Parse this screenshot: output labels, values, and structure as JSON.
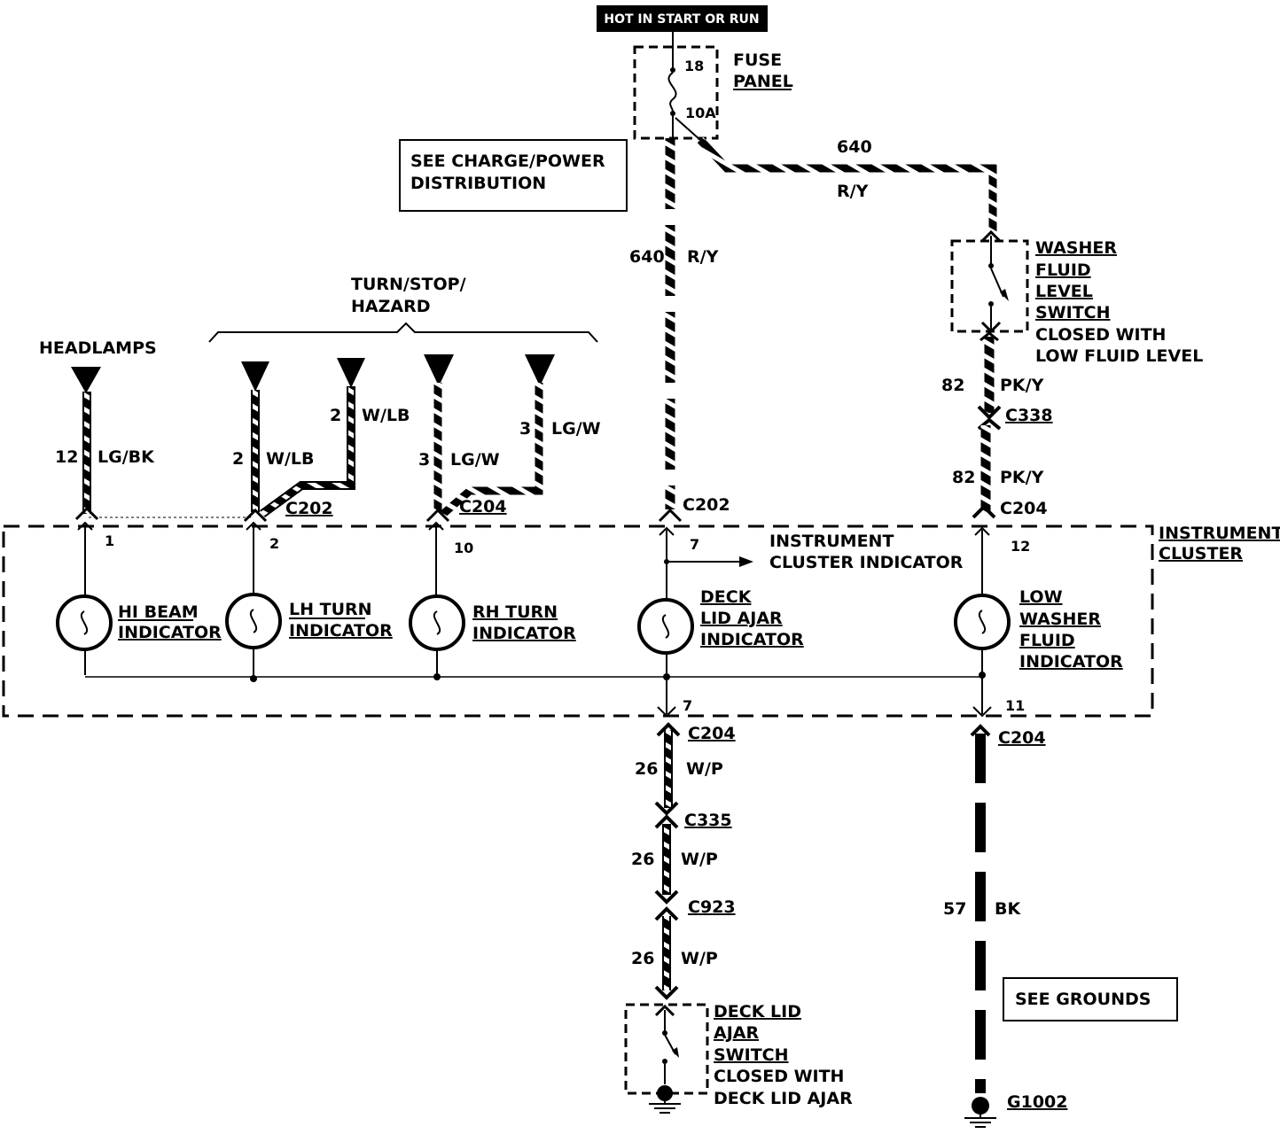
{
  "header": {
    "hot_label": "HOT IN START OR RUN"
  },
  "fuse_panel": {
    "line1": "FUSE",
    "line2": "PANEL",
    "fuse_number": "18",
    "rating": "10A"
  },
  "notes": {
    "charge_power_line1": "SEE CHARGE/POWER",
    "charge_power_line2": "DISTRIBUTION",
    "grounds": "SEE GROUNDS"
  },
  "feeds": {
    "turn_stop_hazard_line1": "TURN/STOP/",
    "turn_stop_hazard_line2": "HAZARD",
    "headlamps": "HEADLAMPS"
  },
  "circuits": {
    "c640_top_num": "640",
    "c640_top_color": "R/Y",
    "c640_vert_num": "640",
    "c640_vert_color": "R/Y",
    "c12_num": "12",
    "c12_color": "LG/BK",
    "c2a_num": "2",
    "c2a_color": "W/LB",
    "c2b_num": "2",
    "c2b_color": "W/LB",
    "c3a_num": "3",
    "c3a_color": "LG/W",
    "c3b_num": "3",
    "c3b_color": "LG/W",
    "c82a_num": "82",
    "c82a_color": "PK/Y",
    "c82b_num": "82",
    "c82b_color": "PK/Y",
    "c26a_num": "26",
    "c26a_color": "W/P",
    "c26b_num": "26",
    "c26b_color": "W/P",
    "c26c_num": "26",
    "c26c_color": "W/P",
    "c57_num": "57",
    "c57_color": "BK"
  },
  "connectors": {
    "c202_lh": "C202",
    "c204_rh": "C204",
    "c202_deck": "C202",
    "c204_washer": "C204",
    "c338": "C338",
    "c204_deck_bottom": "C204",
    "c204_washer_bottom": "C204",
    "c335": "C335",
    "c923": "C923"
  },
  "pins": {
    "p1": "1",
    "p2": "2",
    "p10": "10",
    "p7_top": "7",
    "p12": "12",
    "p7_bottom": "7",
    "p11": "11"
  },
  "cluster": {
    "line1": "INSTRUMENT",
    "line2": "CLUSTER",
    "indicator_line1": "INSTRUMENT",
    "indicator_line2": "CLUSTER INDICATOR"
  },
  "indicators": {
    "hibeam_1": "HI BEAM",
    "hibeam_2": "INDICATOR",
    "lhturn_1": "LH TURN",
    "lhturn_2": "INDICATOR",
    "rhturn_1": "RH TURN",
    "rhturn_2": "INDICATOR",
    "deck_1": "DECK",
    "deck_2": "LID AJAR",
    "deck_3": "INDICATOR",
    "low_1": "LOW",
    "low_2": "WASHER",
    "low_3": "FLUID",
    "low_4": "INDICATOR"
  },
  "switches": {
    "washer_1": "WASHER",
    "washer_2": "FLUID",
    "washer_3": "LEVEL",
    "washer_4": "SWITCH",
    "washer_5": "CLOSED WITH",
    "washer_6": "LOW FLUID LEVEL",
    "deck_1": "DECK LID",
    "deck_2": "AJAR",
    "deck_3": "SWITCH",
    "deck_4": "CLOSED WITH",
    "deck_5": "DECK LID AJAR"
  },
  "ground": {
    "label": "G1002"
  }
}
